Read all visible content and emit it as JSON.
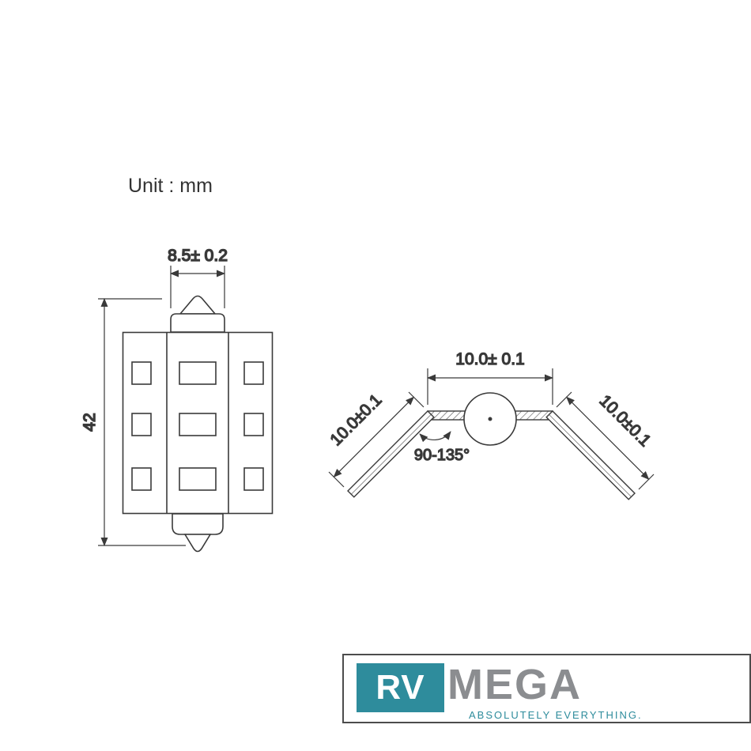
{
  "drawing": {
    "unit_label": "Unit : mm",
    "front_view": {
      "width_dim": "8.5± 0.2",
      "height_dim": "42"
    },
    "profile_view": {
      "top_dim": "10.0± 0.1",
      "left_dim": "10.0±0.1",
      "right_dim": "10.0±0.1",
      "angle_range": "90-135°"
    }
  },
  "logo": {
    "brand_left": "RV",
    "brand_right": "MEGA",
    "tagline": "ABSOLUTELY EVERYTHING.",
    "colors": {
      "teal": "#2e8c9c",
      "gray": "#8b8d90",
      "line": "#3a3a3a"
    }
  }
}
